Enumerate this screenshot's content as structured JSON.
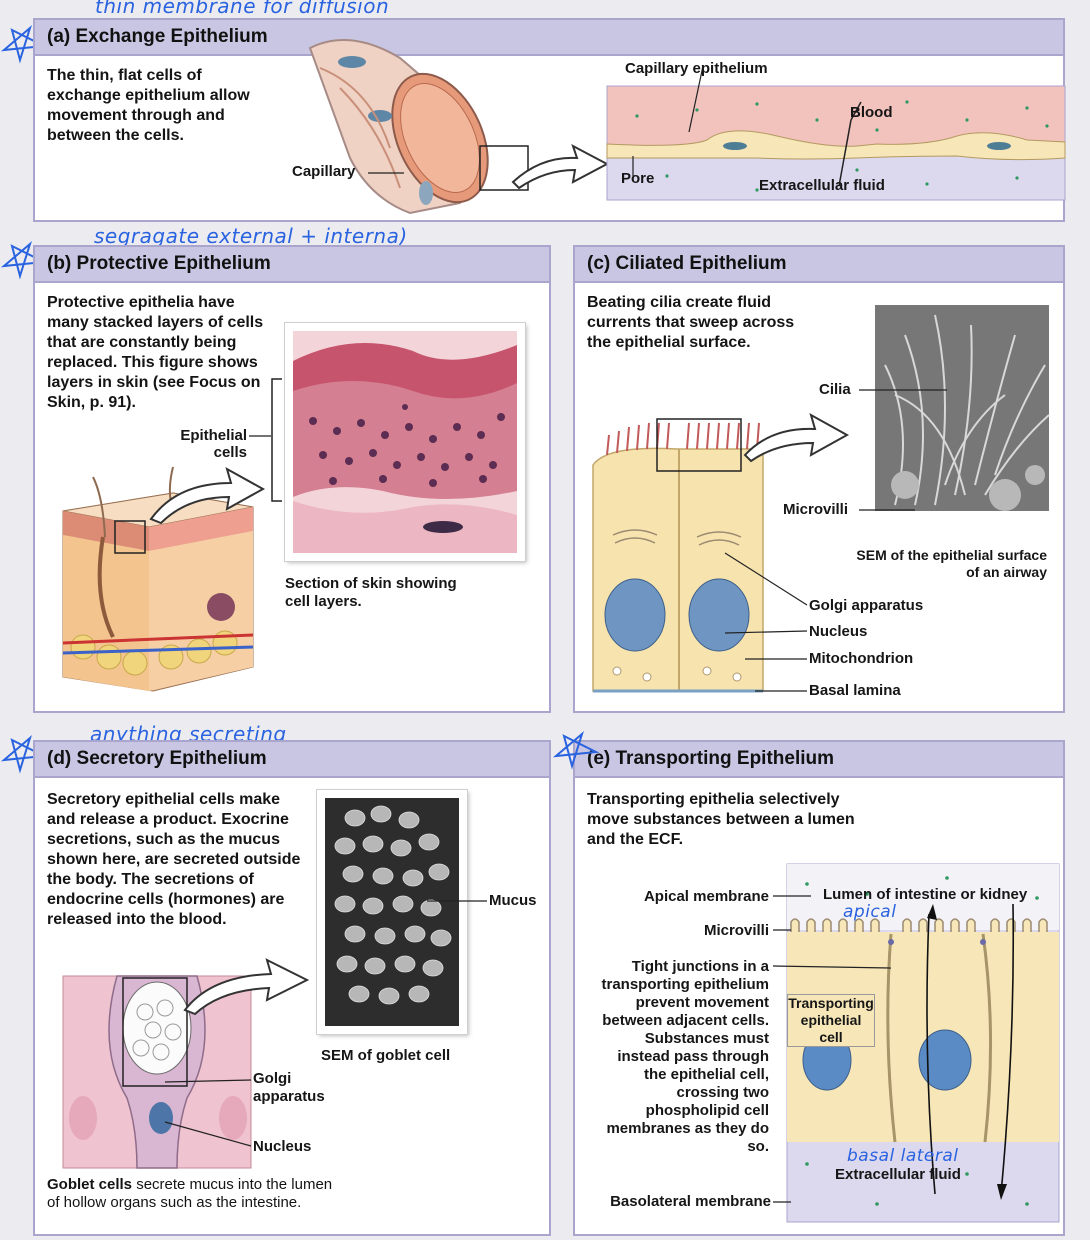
{
  "annotations": {
    "a": "thin membrane for diffusion",
    "b": "segragate external + interna)",
    "d": "anything secreting",
    "e_apical": "apical",
    "e_basal": "basal lateral"
  },
  "panel_a": {
    "title": "(a) Exchange Epithelium",
    "text": "The thin, flat cells of exchange epithelium allow movement through and between the cells.",
    "labels": {
      "capillary": "Capillary",
      "capillary_epithelium": "Capillary epithelium",
      "blood": "Blood",
      "pore": "Pore",
      "ecf": "Extracellular fluid"
    }
  },
  "panel_b": {
    "title": "(b) Protective Epithelium",
    "text": "Protective epithelia have many stacked layers of cells that are constantly being replaced. This figure shows layers in skin (see Focus on Skin, p. 91).",
    "labels": {
      "epithelial_cells": "Epithelial cells",
      "caption": "Section of skin showing cell layers."
    }
  },
  "panel_c": {
    "title": "(c) Ciliated Epithelium",
    "text": "Beating cilia create fluid currents that sweep across the epithelial surface.",
    "labels": {
      "cilia": "Cilia",
      "microvilli": "Microvilli",
      "sem_caption": "SEM of the epithelial surface of an airway",
      "golgi": "Golgi apparatus",
      "nucleus": "Nucleus",
      "mitochondrion": "Mitochondrion",
      "basal_lamina": "Basal lamina"
    }
  },
  "panel_d": {
    "title": "(d) Secretory Epithelium",
    "text": "Secretory epithelial cells make and release a product. Exocrine secretions, such as the mucus shown here, are secreted outside the body. The secretions of endocrine cells (hormones) are released into the blood.",
    "labels": {
      "mucus": "Mucus",
      "sem_caption": "SEM of goblet cell",
      "golgi": "Golgi apparatus",
      "nucleus": "Nucleus",
      "goblet_bold": "Goblet cells",
      "goblet_rest": " secrete mucus into the lumen of hollow organs such as the intestine."
    }
  },
  "panel_e": {
    "title": "(e) Transporting Epithelium",
    "text": "Transporting epithelia selectively move substances between a lumen and the ECF.",
    "labels": {
      "apical_membrane": "Apical membrane",
      "lumen": "Lumen of intestine or kidney",
      "microvilli": "Microvilli",
      "tight_junctions": "Tight junctions in a transporting epithelium prevent movement between adjacent cells. Substances must instead pass through the epithelial cell, crossing two phospholipid cell membranes as they do so.",
      "transporting_cell": "Transporting epithelial cell",
      "ecf": "Extracellular fluid",
      "basolateral_membrane": "Basolateral membrane"
    }
  },
  "colors": {
    "panel_border": "#a9a5cc",
    "panel_header": "#c9c6e3",
    "annotation_ink": "#2a63e0",
    "blood": "#f2c2bd",
    "ecf": "#dcd8ee",
    "cell_cream": "#f6e6b8",
    "nucleus": "#5a8bc4"
  }
}
